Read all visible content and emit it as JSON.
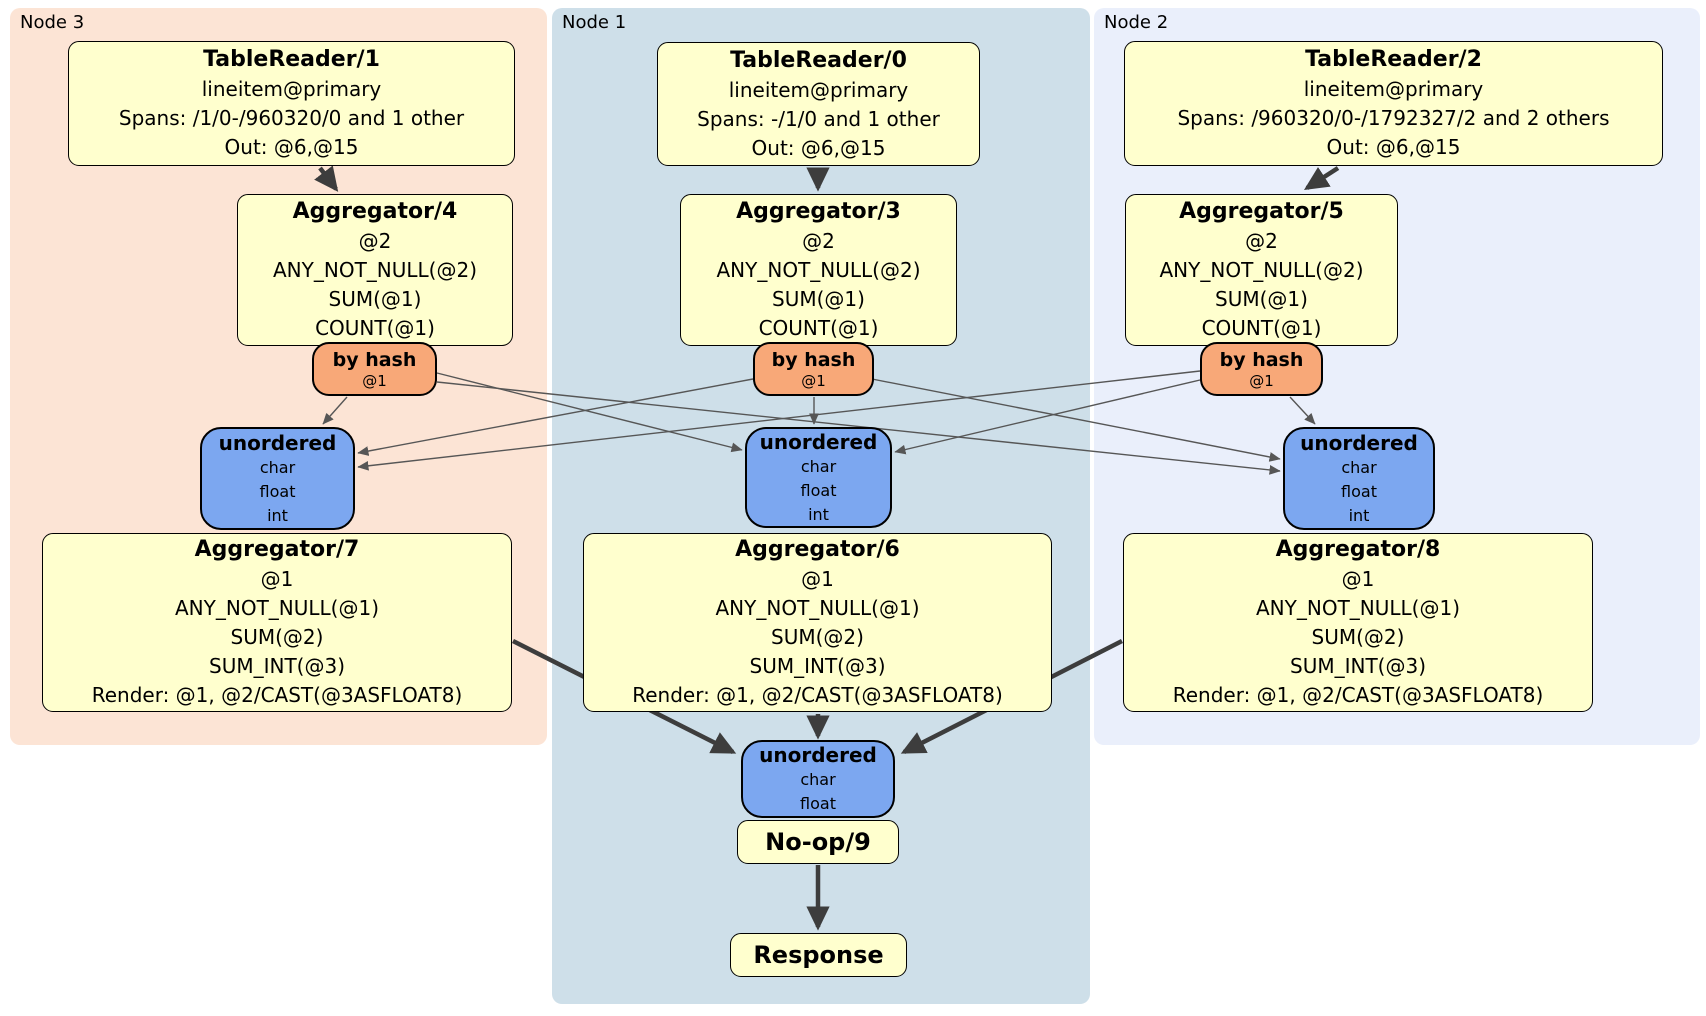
{
  "regions": [
    {
      "label": "Node 3"
    },
    {
      "label": "Node 1"
    },
    {
      "label": "Node 2"
    }
  ],
  "boxes": {
    "tr1": {
      "title": "TableReader/1",
      "lines": [
        "lineitem@primary",
        "Spans: /1/0-/960320/0 and 1 other",
        "Out: @6,@15"
      ]
    },
    "tr0": {
      "title": "TableReader/0",
      "lines": [
        "lineitem@primary",
        "Spans: -/1/0 and 1 other",
        "Out: @6,@15"
      ]
    },
    "tr2": {
      "title": "TableReader/2",
      "lines": [
        "lineitem@primary",
        "Spans: /960320/0-/1792327/2 and 2 others",
        "Out: @6,@15"
      ]
    },
    "agg4": {
      "title": "Aggregator/4",
      "lines": [
        "@2",
        "ANY_NOT_NULL(@2)",
        "SUM(@1)",
        "COUNT(@1)"
      ]
    },
    "agg3": {
      "title": "Aggregator/3",
      "lines": [
        "@2",
        "ANY_NOT_NULL(@2)",
        "SUM(@1)",
        "COUNT(@1)"
      ]
    },
    "agg5": {
      "title": "Aggregator/5",
      "lines": [
        "@2",
        "ANY_NOT_NULL(@2)",
        "SUM(@1)",
        "COUNT(@1)"
      ]
    },
    "hash3": {
      "title": "by hash",
      "lines": [
        "@1"
      ]
    },
    "hash1": {
      "title": "by hash",
      "lines": [
        "@1"
      ]
    },
    "hash2": {
      "title": "by hash",
      "lines": [
        "@1"
      ]
    },
    "sync3": {
      "title": "unordered",
      "lines": [
        "char",
        "float",
        "int"
      ]
    },
    "sync1": {
      "title": "unordered",
      "lines": [
        "char",
        "float",
        "int"
      ]
    },
    "sync2": {
      "title": "unordered",
      "lines": [
        "char",
        "float",
        "int"
      ]
    },
    "agg7": {
      "title": "Aggregator/7",
      "lines": [
        "@1",
        "ANY_NOT_NULL(@1)",
        "SUM(@2)",
        "SUM_INT(@3)",
        "Render: @1, @2/CAST(@3ASFLOAT8)"
      ]
    },
    "agg6": {
      "title": "Aggregator/6",
      "lines": [
        "@1",
        "ANY_NOT_NULL(@1)",
        "SUM(@2)",
        "SUM_INT(@3)",
        "Render: @1, @2/CAST(@3ASFLOAT8)"
      ]
    },
    "agg8": {
      "title": "Aggregator/8",
      "lines": [
        "@1",
        "ANY_NOT_NULL(@1)",
        "SUM(@2)",
        "SUM_INT(@3)",
        "Render: @1, @2/CAST(@3ASFLOAT8)"
      ]
    },
    "syncFinal": {
      "title": "unordered",
      "lines": [
        "char",
        "float"
      ]
    },
    "noop": {
      "title": "No-op/9"
    },
    "response": {
      "title": "Response"
    }
  },
  "edges": [
    {
      "from": "TableReader/1",
      "to": "Aggregator/4",
      "style": "thick"
    },
    {
      "from": "TableReader/0",
      "to": "Aggregator/3",
      "style": "thick"
    },
    {
      "from": "TableReader/2",
      "to": "Aggregator/5",
      "style": "thick"
    },
    {
      "from": "by-hash-node3",
      "to": "unordered-node3",
      "style": "thin"
    },
    {
      "from": "by-hash-node3",
      "to": "unordered-node1",
      "style": "thin"
    },
    {
      "from": "by-hash-node3",
      "to": "unordered-node2",
      "style": "thin"
    },
    {
      "from": "by-hash-node1",
      "to": "unordered-node3",
      "style": "thin"
    },
    {
      "from": "by-hash-node1",
      "to": "unordered-node1",
      "style": "thin"
    },
    {
      "from": "by-hash-node1",
      "to": "unordered-node2",
      "style": "thin"
    },
    {
      "from": "by-hash-node2",
      "to": "unordered-node3",
      "style": "thin"
    },
    {
      "from": "by-hash-node2",
      "to": "unordered-node1",
      "style": "thin"
    },
    {
      "from": "by-hash-node2",
      "to": "unordered-node2",
      "style": "thin"
    },
    {
      "from": "Aggregator/7",
      "to": "unordered-final",
      "style": "thick"
    },
    {
      "from": "Aggregator/6",
      "to": "unordered-final",
      "style": "thick"
    },
    {
      "from": "Aggregator/8",
      "to": "unordered-final",
      "style": "thick"
    },
    {
      "from": "No-op/9",
      "to": "Response",
      "style": "thick"
    }
  ],
  "colors": {
    "node3_bg": "#FCE4D5",
    "node1_bg": "#CEDFE9",
    "node2_bg": "#EAEFFB",
    "box_fill": "#FFFFCE",
    "hash_fill": "#F8A878",
    "sync_fill": "#7CA7F0",
    "edge_thin": "#565656",
    "edge_thick": "#3D3D3D"
  }
}
